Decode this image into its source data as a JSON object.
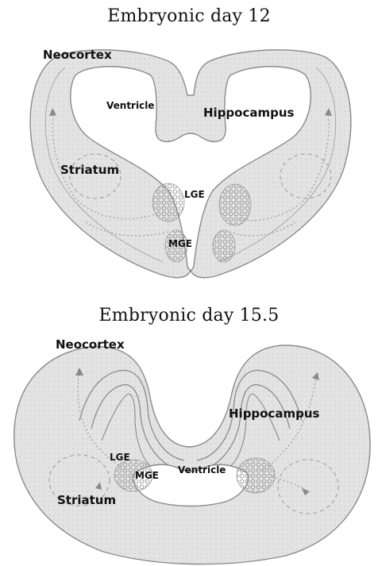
{
  "figure": {
    "panels": [
      {
        "title": "Embryonic day 12",
        "labels": {
          "neocortex": "Neocortex",
          "ventricle": "Ventricle",
          "hippocampus": "Hippocampus",
          "striatum": "Striatum",
          "lge": "LGE",
          "mge": "MGE"
        }
      },
      {
        "title": "Embryonic day 15.5",
        "labels": {
          "neocortex": "Neocortex",
          "hippocampus": "Hippocampus",
          "lge": "LGE",
          "mge": "MGE",
          "ventricle": "Ventricle",
          "striatum": "Striatum"
        }
      }
    ],
    "colors": {
      "tissue": "#e3e3e3",
      "tissue_inner": "#d4d4d4",
      "outline": "#8a8a8a",
      "ventricle": "#ffffff",
      "cells": "#9c9c9c"
    }
  }
}
